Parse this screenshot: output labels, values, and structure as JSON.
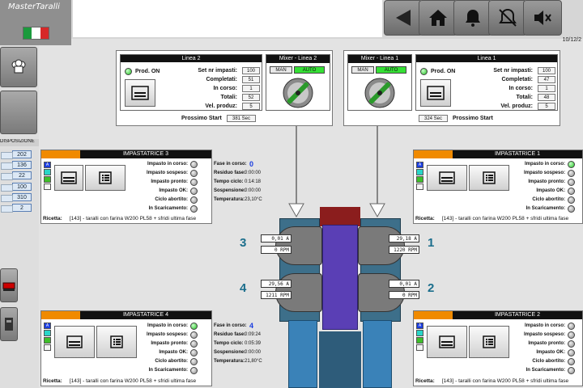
{
  "app": {
    "brand": "MasterTaralli",
    "date": "10/12/2"
  },
  "colors": {
    "accent_orange": "#f08a00",
    "led_green": "#20c020",
    "machine_blue": "#3a82b8",
    "machine_purple": "#5a3fb5",
    "number_teal": "#1b6e8c"
  },
  "topbar": {
    "buttons": [
      {
        "name": "back-button",
        "icon": "left-arrow-icon"
      },
      {
        "name": "home-button",
        "icon": "home-icon"
      },
      {
        "name": "alarm-button",
        "icon": "bell-icon"
      },
      {
        "name": "alarm-mute-button",
        "icon": "bell-off-icon"
      },
      {
        "name": "sound-mute-button",
        "icon": "speaker-mute-icon"
      }
    ]
  },
  "sidebar": {
    "disposizione_label": "DISPOSIZIONE",
    "values": [
      "202",
      "136",
      "22",
      "100",
      "310",
      "2"
    ]
  },
  "linea2": {
    "title": "Linea 2",
    "prod_label": "Prod. ON",
    "fields": [
      {
        "label": "Set nr impasti:",
        "value": "100"
      },
      {
        "label": "Completati:",
        "value": "51"
      },
      {
        "label": "In corso:",
        "value": "1"
      },
      {
        "label": "Totali:",
        "value": "52"
      },
      {
        "label": "Vel. produz:",
        "value": "5"
      }
    ],
    "mixer_title": "Mixer - Linea 2",
    "man": "MAN",
    "auto": "AUTO",
    "prossimo_label": "Prossimo Start",
    "prossimo_value": "381 Sec"
  },
  "linea1": {
    "title": "Linea 1",
    "prod_label": "Prod. ON",
    "fields": [
      {
        "label": "Set nr impasti:",
        "value": "100"
      },
      {
        "label": "Completati:",
        "value": "47"
      },
      {
        "label": "In corso:",
        "value": "1"
      },
      {
        "label": "Totali:",
        "value": "48"
      },
      {
        "label": "Vel. produz:",
        "value": "5"
      }
    ],
    "mixer_title": "Mixer - Linea 1",
    "man": "MAN",
    "auto": "AUTO",
    "prossimo_label": "Prossimo Start",
    "prossimo_value": "324 Sec"
  },
  "status_labels": [
    "Impasto in corso:",
    "Impasto sospeso:",
    "Impasto pronto:",
    "Impasto OK:",
    "Ciclo abortito:",
    "In Scaricamento:"
  ],
  "fase_labels": [
    "Fase in corso:",
    "Residuo fase:",
    "Tempo ciclo:",
    "Sospensione:",
    "Temperatura:"
  ],
  "ricetta_label": "Ricetta:",
  "imp3": {
    "title": "IMPASTATRICE 3",
    "fase": "0",
    "residuo": "0:00:00",
    "tempo": "0:14:18",
    "sospensione": "0:00:00",
    "temperatura": "23,10°C",
    "ricetta": "[143] - taralli con farina W200 PL58 + sfridi ultima fase"
  },
  "imp1": {
    "title": "IMPASTATRICE 1",
    "ricetta": "[143] - taralli con farina W200 PL58 + sfridi ultima fase"
  },
  "imp4": {
    "title": "IMPASTATRICE 4",
    "fase": "4",
    "residuo": "0:09:24",
    "tempo": "0:05:39",
    "sospensione": "0:00:00",
    "temperatura": "21,80°C",
    "ricetta": "[143] - taralli con farina W200 PL58 + sfridi ultima fase"
  },
  "imp2": {
    "title": "IMPASTATRICE 2",
    "ricetta": "[143] - taralli con farina W200 PL58 + sfridi ultima fase"
  },
  "bars_label": "A",
  "machine": {
    "m3": {
      "num": "3",
      "amp": "0,01 A",
      "rpm": "0 RPM"
    },
    "m1": {
      "num": "1",
      "amp": "29,18 A",
      "rpm": "1220 RPM"
    },
    "m4": {
      "num": "4",
      "amp": "29,56 A",
      "rpm": "1211 RPM"
    },
    "m2": {
      "num": "2",
      "amp": "0,01 A",
      "rpm": "0 RPM"
    }
  }
}
